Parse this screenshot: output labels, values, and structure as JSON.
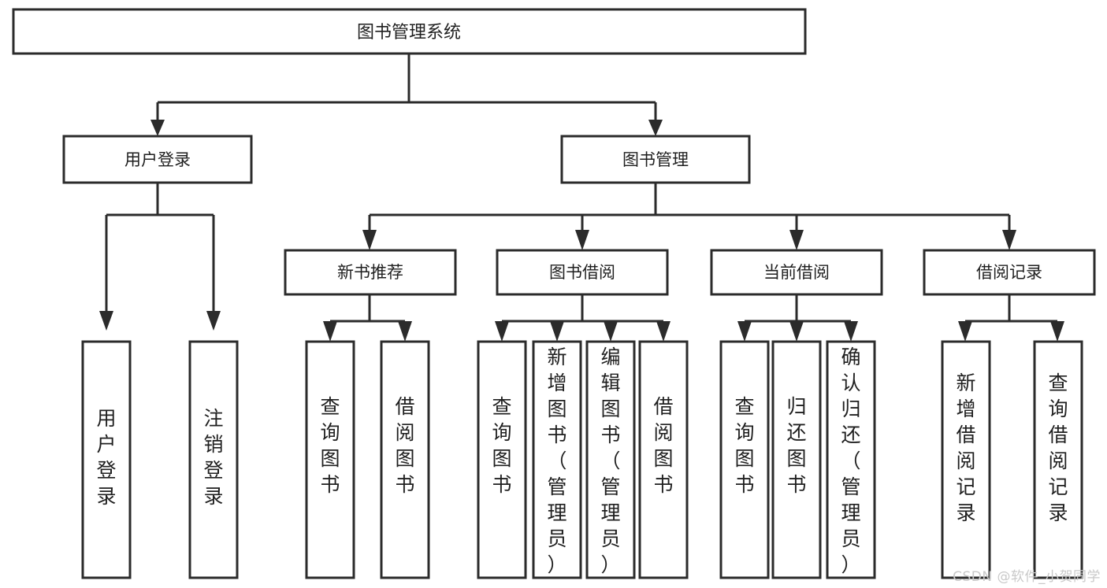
{
  "diagram": {
    "title_node": {
      "label": "图书管理系统"
    },
    "level1": [
      {
        "id": "user-login",
        "label": "用户登录"
      },
      {
        "id": "book-management",
        "label": "图书管理"
      }
    ],
    "level2": [
      {
        "id": "new-book-recommend",
        "label": "新书推荐"
      },
      {
        "id": "book-borrow",
        "label": "图书借阅"
      },
      {
        "id": "current-borrow",
        "label": "当前借阅"
      },
      {
        "id": "borrow-record",
        "label": "借阅记录"
      }
    ],
    "leaves": {
      "user_login": [
        {
          "id": "leaf-user-login",
          "label": "用户登录"
        },
        {
          "id": "leaf-logout-login",
          "label": "注销登录"
        }
      ],
      "new_book_recommend": [
        {
          "id": "leaf-query-book-1",
          "label": "查询图书"
        },
        {
          "id": "leaf-borrow-book-1",
          "label": "借阅图书"
        }
      ],
      "book_borrow": [
        {
          "id": "leaf-query-book-2",
          "label": "查询图书"
        },
        {
          "id": "leaf-add-book-admin",
          "label": "新增图书（管理员）"
        },
        {
          "id": "leaf-edit-book-admin",
          "label": "编辑图书（管理员）"
        },
        {
          "id": "leaf-borrow-book-2",
          "label": "借阅图书"
        }
      ],
      "current_borrow": [
        {
          "id": "leaf-query-book-3",
          "label": "查询图书"
        },
        {
          "id": "leaf-return-book",
          "label": "归还图书"
        },
        {
          "id": "leaf-confirm-return-admin",
          "label": "确认归还（管理员）"
        }
      ],
      "borrow_record": [
        {
          "id": "leaf-add-borrow-record",
          "label": "新增借阅记录"
        },
        {
          "id": "leaf-query-borrow-record",
          "label": "查询借阅记录"
        }
      ]
    },
    "watermark": "CSDN @软件_小贺同学",
    "colors": {
      "stroke": "#2b2b2b",
      "fill": "#ffffff",
      "text": "#1f1f1f",
      "watermark": "#c9c9c9"
    }
  }
}
